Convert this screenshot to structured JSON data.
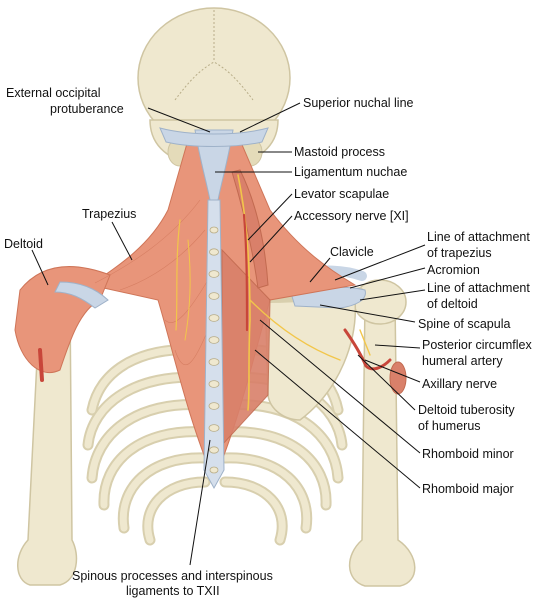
{
  "labels": {
    "external_occipital_protuberance": [
      "External occipital",
      "protuberance"
    ],
    "superior_nuchal_line": "Superior nuchal line",
    "mastoid_process": "Mastoid process",
    "ligamentum_nuchae": "Ligamentum nuchae",
    "levator_scapulae": "Levator scapulae",
    "accessory_nerve": "Accessory nerve [XI]",
    "trapezius": "Trapezius",
    "deltoid": "Deltoid",
    "clavicle": "Clavicle",
    "line_attachment_trapezius": [
      "Line of attachment",
      "of trapezius"
    ],
    "acromion": "Acromion",
    "line_attachment_deltoid": [
      "Line of attachment",
      "of deltoid"
    ],
    "spine_of_scapula": "Spine of scapula",
    "posterior_circumflex_humeral_artery": [
      "Posterior circumflex",
      "humeral artery"
    ],
    "axillary_nerve": "Axillary nerve",
    "deltoid_tuberosity": [
      "Deltoid tuberosity",
      "of humerus"
    ],
    "rhomboid_minor": "Rhomboid minor",
    "rhomboid_major": "Rhomboid major",
    "spinous_processes": [
      "Spinous processes and interspinous",
      "ligaments to TXII"
    ]
  },
  "colors": {
    "bone": "#efe8cf",
    "bone_shade": "#d8cfae",
    "muscle": "#e8957a",
    "muscle_dark": "#cf7558",
    "tendon": "#c9d6e6",
    "nerve": "#f2c64a",
    "artery": "#c8463a"
  }
}
